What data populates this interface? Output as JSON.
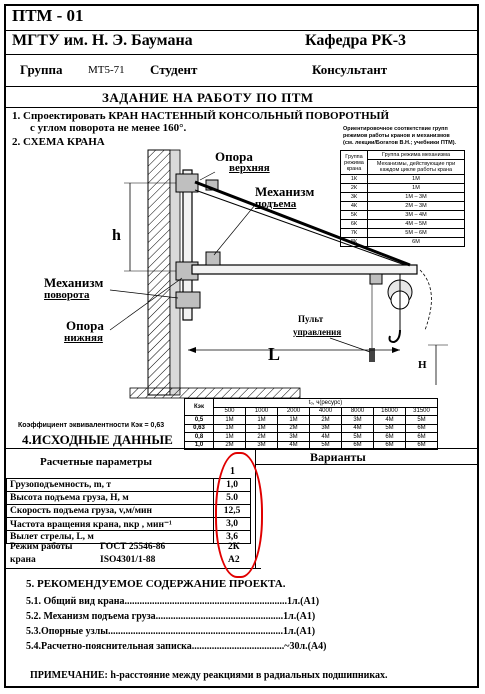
{
  "header": {
    "ptm": "ПТМ - 01",
    "university": "МГТУ им. Н. Э. Баумана",
    "department": "Кафедра  РК-3",
    "group_label": "Группа",
    "group_value": "МТ5-71",
    "student_label": "Студент",
    "consultant_label": "Консультант"
  },
  "task": {
    "title": "ЗАДАНИЕ  НА РАБОТУ   ПО ПТМ",
    "item1_line1": "1. Спроектировать КРАН НАСТЕННЫЙ КОНСОЛЬНЫЙ  ПОВОРОТНЫЙ",
    "item1_line2": "с углом поворота  не менее  160°.",
    "item2": "2.  СХЕМА  КРАНА"
  },
  "diagram": {
    "label_upper_support_1": "Опора",
    "label_upper_support_2": "верхняя",
    "label_lift_mech_1": "Механизм",
    "label_lift_mech_2": "подъема",
    "label_rotate_mech_1": "Механизм",
    "label_rotate_mech_2": "поворота",
    "label_lower_support_1": "Опора",
    "label_lower_support_2": "нижняя",
    "label_control_1": "Пульт",
    "label_control_2": "управления",
    "dim_h": "h",
    "dim_L": "L",
    "dim_H": "H"
  },
  "mini_table": {
    "caption_1": "Ориентировочное соответствие групп",
    "caption_2": "режимов работы кранов и механизмов",
    "caption_3": "(см. лекции/Богатов В.Н.; учебники ПТМ).",
    "col1": "Группа режима крана",
    "col2": "Группа режима механизма",
    "col2_sub": "Механизмы, действующие при каждом цикле работы крана",
    "rows": [
      [
        "1К",
        "1М"
      ],
      [
        "2К",
        "1М"
      ],
      [
        "3К",
        "1М – 3М"
      ],
      [
        "4К",
        "2М – 3М"
      ],
      [
        "5К",
        "3М – 4М"
      ],
      [
        "6К",
        "4М – 5М"
      ],
      [
        "7К",
        "5М – 6М"
      ],
      [
        "8К",
        "6М"
      ]
    ]
  },
  "k_table": {
    "kcol": "Кэк",
    "head": "t₀, ч(ресурс)",
    "hours": [
      "500",
      "1000",
      "2000",
      "4000",
      "8000",
      "16000",
      "31500"
    ],
    "rows": [
      [
        "0,5",
        "1М",
        "1М",
        "1М",
        "2М",
        "3М",
        "4М",
        "5М"
      ],
      [
        "0,63",
        "1М",
        "1М",
        "2М",
        "3М",
        "4М",
        "5М",
        "6М"
      ],
      [
        "0,8",
        "1М",
        "2М",
        "3М",
        "4М",
        "5М",
        "6М",
        "6М"
      ],
      [
        "1,0",
        "2М",
        "3М",
        "4М",
        "5М",
        "6М",
        "6М",
        "6М"
      ]
    ],
    "coef_label": "Коэффициент эквивалентности Кэк = 0,63"
  },
  "initial_data_title": "4.ИСХОДНЫЕ ДАННЫЕ",
  "params": {
    "header": "Расчетные параметры",
    "variants_label": "Варианты",
    "variant_num": "1",
    "rows": [
      {
        "label": "Грузоподъемность, m, т",
        "value": "1,0"
      },
      {
        "label": "Высота подъема груза, H, м",
        "value": "5.0"
      },
      {
        "label": "Скорость подъема груза, v,м/мин",
        "value": "12,5"
      },
      {
        "label": "Частота вращения крана, nкр , мин⁻¹",
        "value": "3,0"
      },
      {
        "label": "Вылет стрелы, L, м",
        "value": "3,6"
      }
    ],
    "mode_label_1": "Режим работы",
    "mode_label_2": "крана",
    "gost": "ГОСТ 25546-86",
    "gost_value": "2К",
    "iso": "ISO4301/1-88",
    "iso_value": "A2"
  },
  "section5": {
    "title": "5. РЕКОМЕНДУЕМОЕ СОДЕРЖАНИЕ ПРОЕКТА.",
    "items": [
      "5.1. Общий вид крана.................................................................1л.(А1)",
      "5.2. Механизм подъема груза...................................................1л.(А1)",
      "5.3.Опорные узлы......................................................................1л.(А1)",
      "5.4.Расчетно-пояснительная записка.....................................~30л.(А4)"
    ]
  },
  "note": "ПРИМЕЧАНИЕ: h-расстояние между реакциями в радиальных подшипниках."
}
